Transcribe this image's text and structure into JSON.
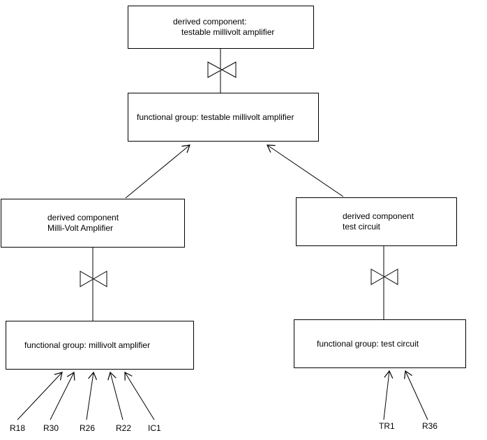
{
  "diagram": {
    "top_box": {
      "line1": "derived component:",
      "line2": "testable millivolt amplifier"
    },
    "fg_top_box": {
      "label": "functional group: testable millivolt amplifier"
    },
    "left_mid_box": {
      "line1": "derived component",
      "line2": "Milli-Volt Amplifier"
    },
    "right_mid_box": {
      "line1": "derived component",
      "line2": "test circuit"
    },
    "fg_left_box": {
      "label": "functional group: millivolt amplifier"
    },
    "fg_right_box": {
      "label": "functional group: test circuit"
    },
    "left_leaves": [
      "R18",
      "R30",
      "R26",
      "R22",
      "IC1"
    ],
    "right_leaves": [
      "TR1",
      "R36"
    ],
    "colors": {
      "line": "#000000",
      "box_border": "#000000",
      "background": "#ffffff",
      "text": "#000000"
    }
  }
}
